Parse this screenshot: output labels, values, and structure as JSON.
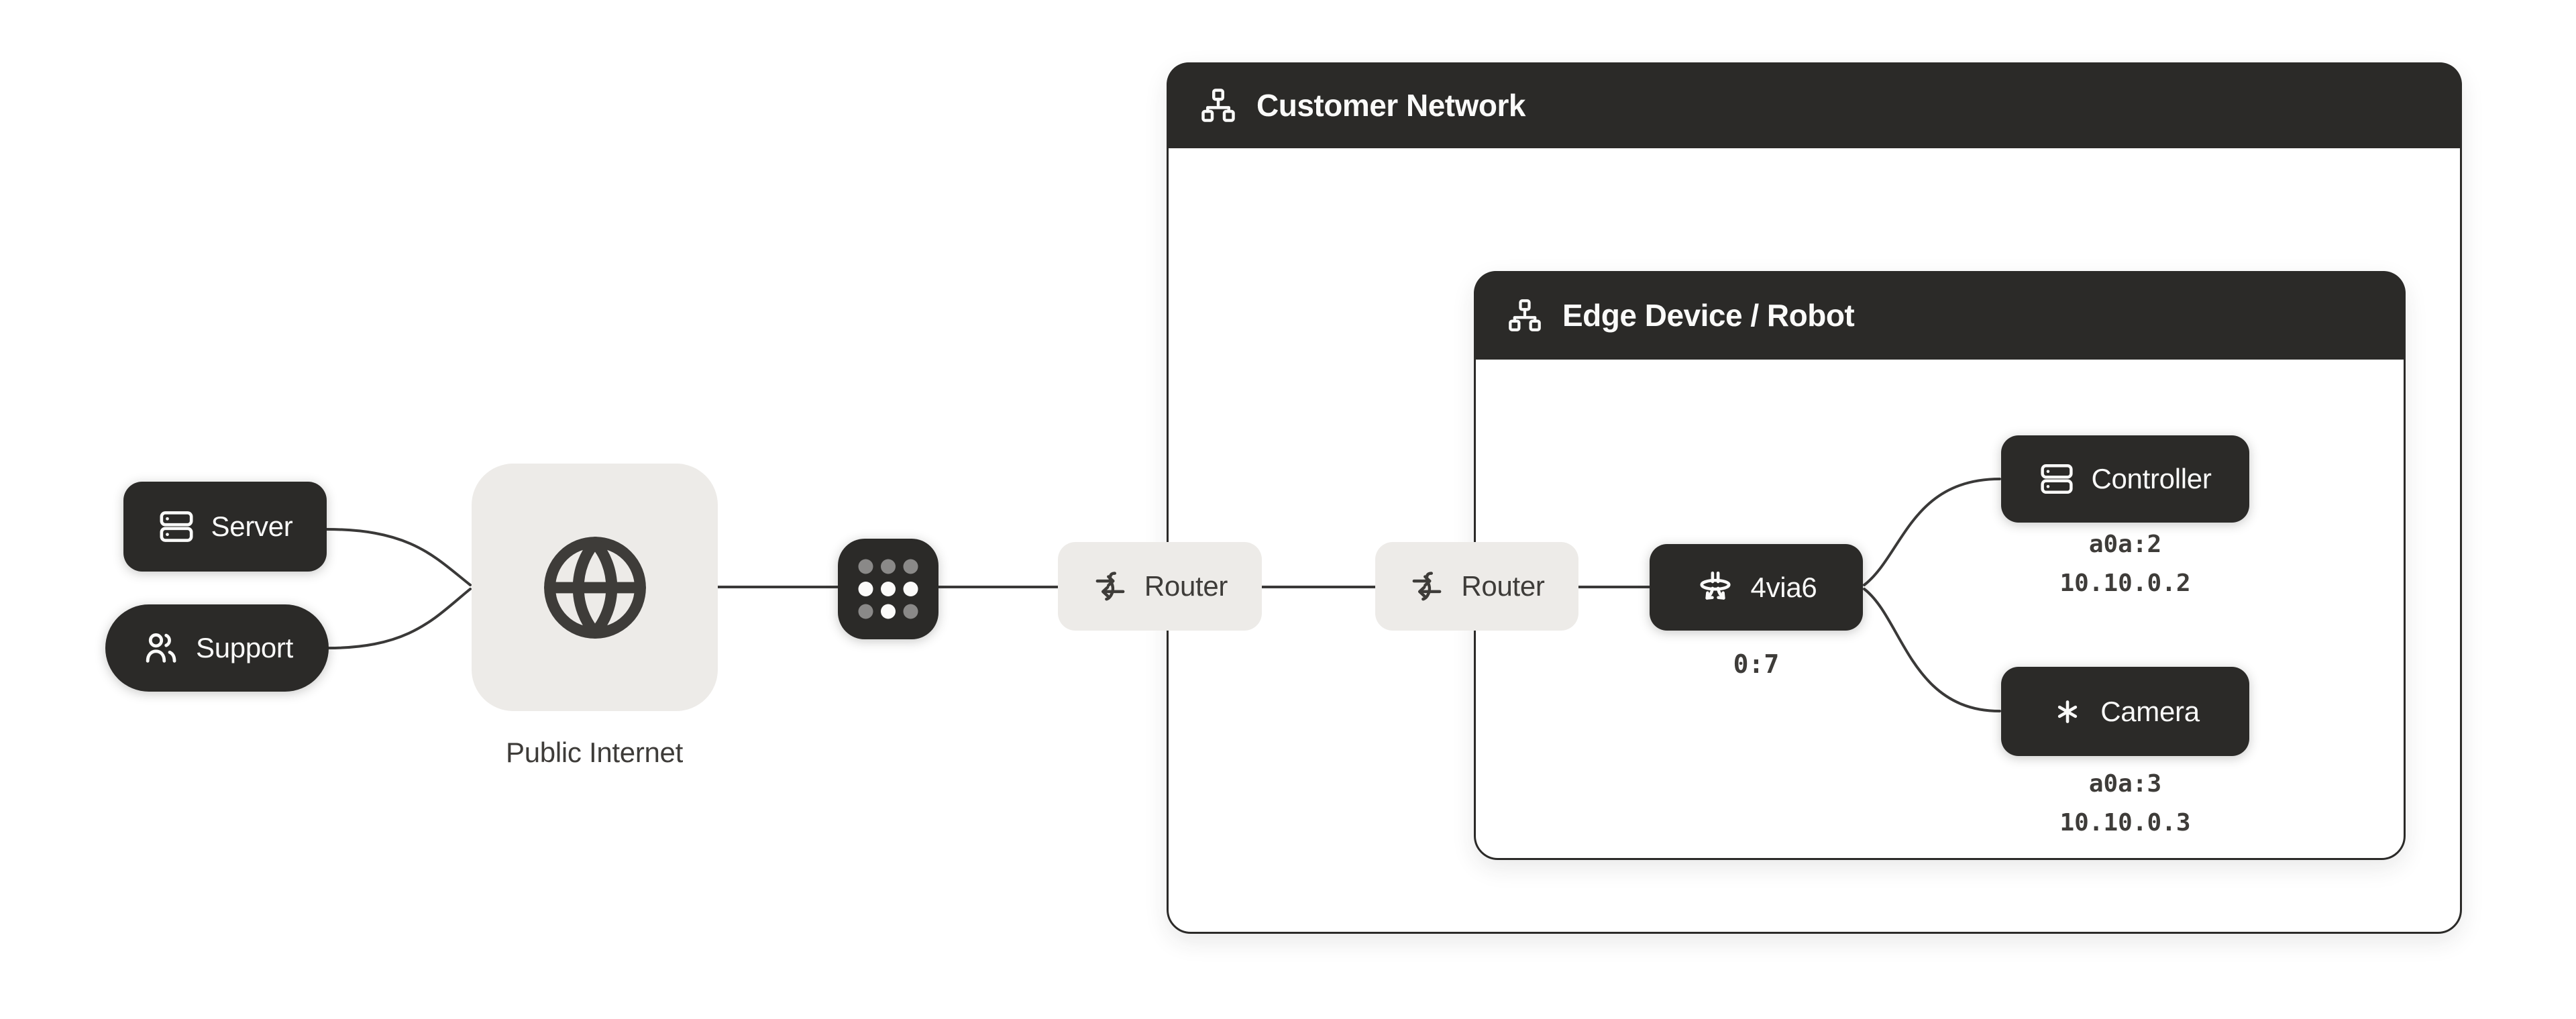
{
  "containers": {
    "customer_network": {
      "title": "Customer Network"
    },
    "edge_device": {
      "title": "Edge Device / Robot"
    }
  },
  "nodes": {
    "server": {
      "label": "Server"
    },
    "support": {
      "label": "Support"
    },
    "public_internet": {
      "caption": "Public Internet"
    },
    "tailscale": {
      "description": "dot-grid logo node"
    },
    "router_wan": {
      "label": "Router"
    },
    "router_lan": {
      "label": "Router"
    },
    "via4to6": {
      "label": "4via6",
      "port_label": "0:7"
    },
    "controller": {
      "label": "Controller",
      "addr": "a0a:2",
      "ip": "10.10.0.2"
    },
    "camera": {
      "label": "Camera",
      "addr": "a0a:3",
      "ip": "10.10.0.3"
    }
  },
  "edges": [
    {
      "from": "server",
      "to": "public_internet"
    },
    {
      "from": "support",
      "to": "public_internet"
    },
    {
      "from": "public_internet",
      "to": "tailscale"
    },
    {
      "from": "tailscale",
      "to": "router_wan"
    },
    {
      "from": "router_wan",
      "to": "router_lan"
    },
    {
      "from": "router_lan",
      "to": "via4to6"
    },
    {
      "from": "via4to6",
      "to": "controller"
    },
    {
      "from": "via4to6",
      "to": "camera"
    }
  ],
  "icons": {
    "server-icon": "stacked server racks",
    "users-icon": "two people",
    "globe-icon": "globe",
    "tailscale-dots-icon": "3x3 dot grid, middle row and bottom-center lit",
    "route-arrows-icon": "two opposing arrows woven by an S curve",
    "split-tunnel-icon": "ring with two arrows splitting downward",
    "asterisk-icon": "six-point asterisk",
    "network-icon": "one node linked to two nodes"
  },
  "colors": {
    "node_dark": "#2b2a28",
    "node_light": "#edebe8",
    "edge_line": "#3a3938",
    "text_dark": "#3e3c39",
    "text_light": "#fafaf9",
    "dot_dim": "#8a8988",
    "dot_lit": "#fbfaf9",
    "background": "#ffffff"
  }
}
